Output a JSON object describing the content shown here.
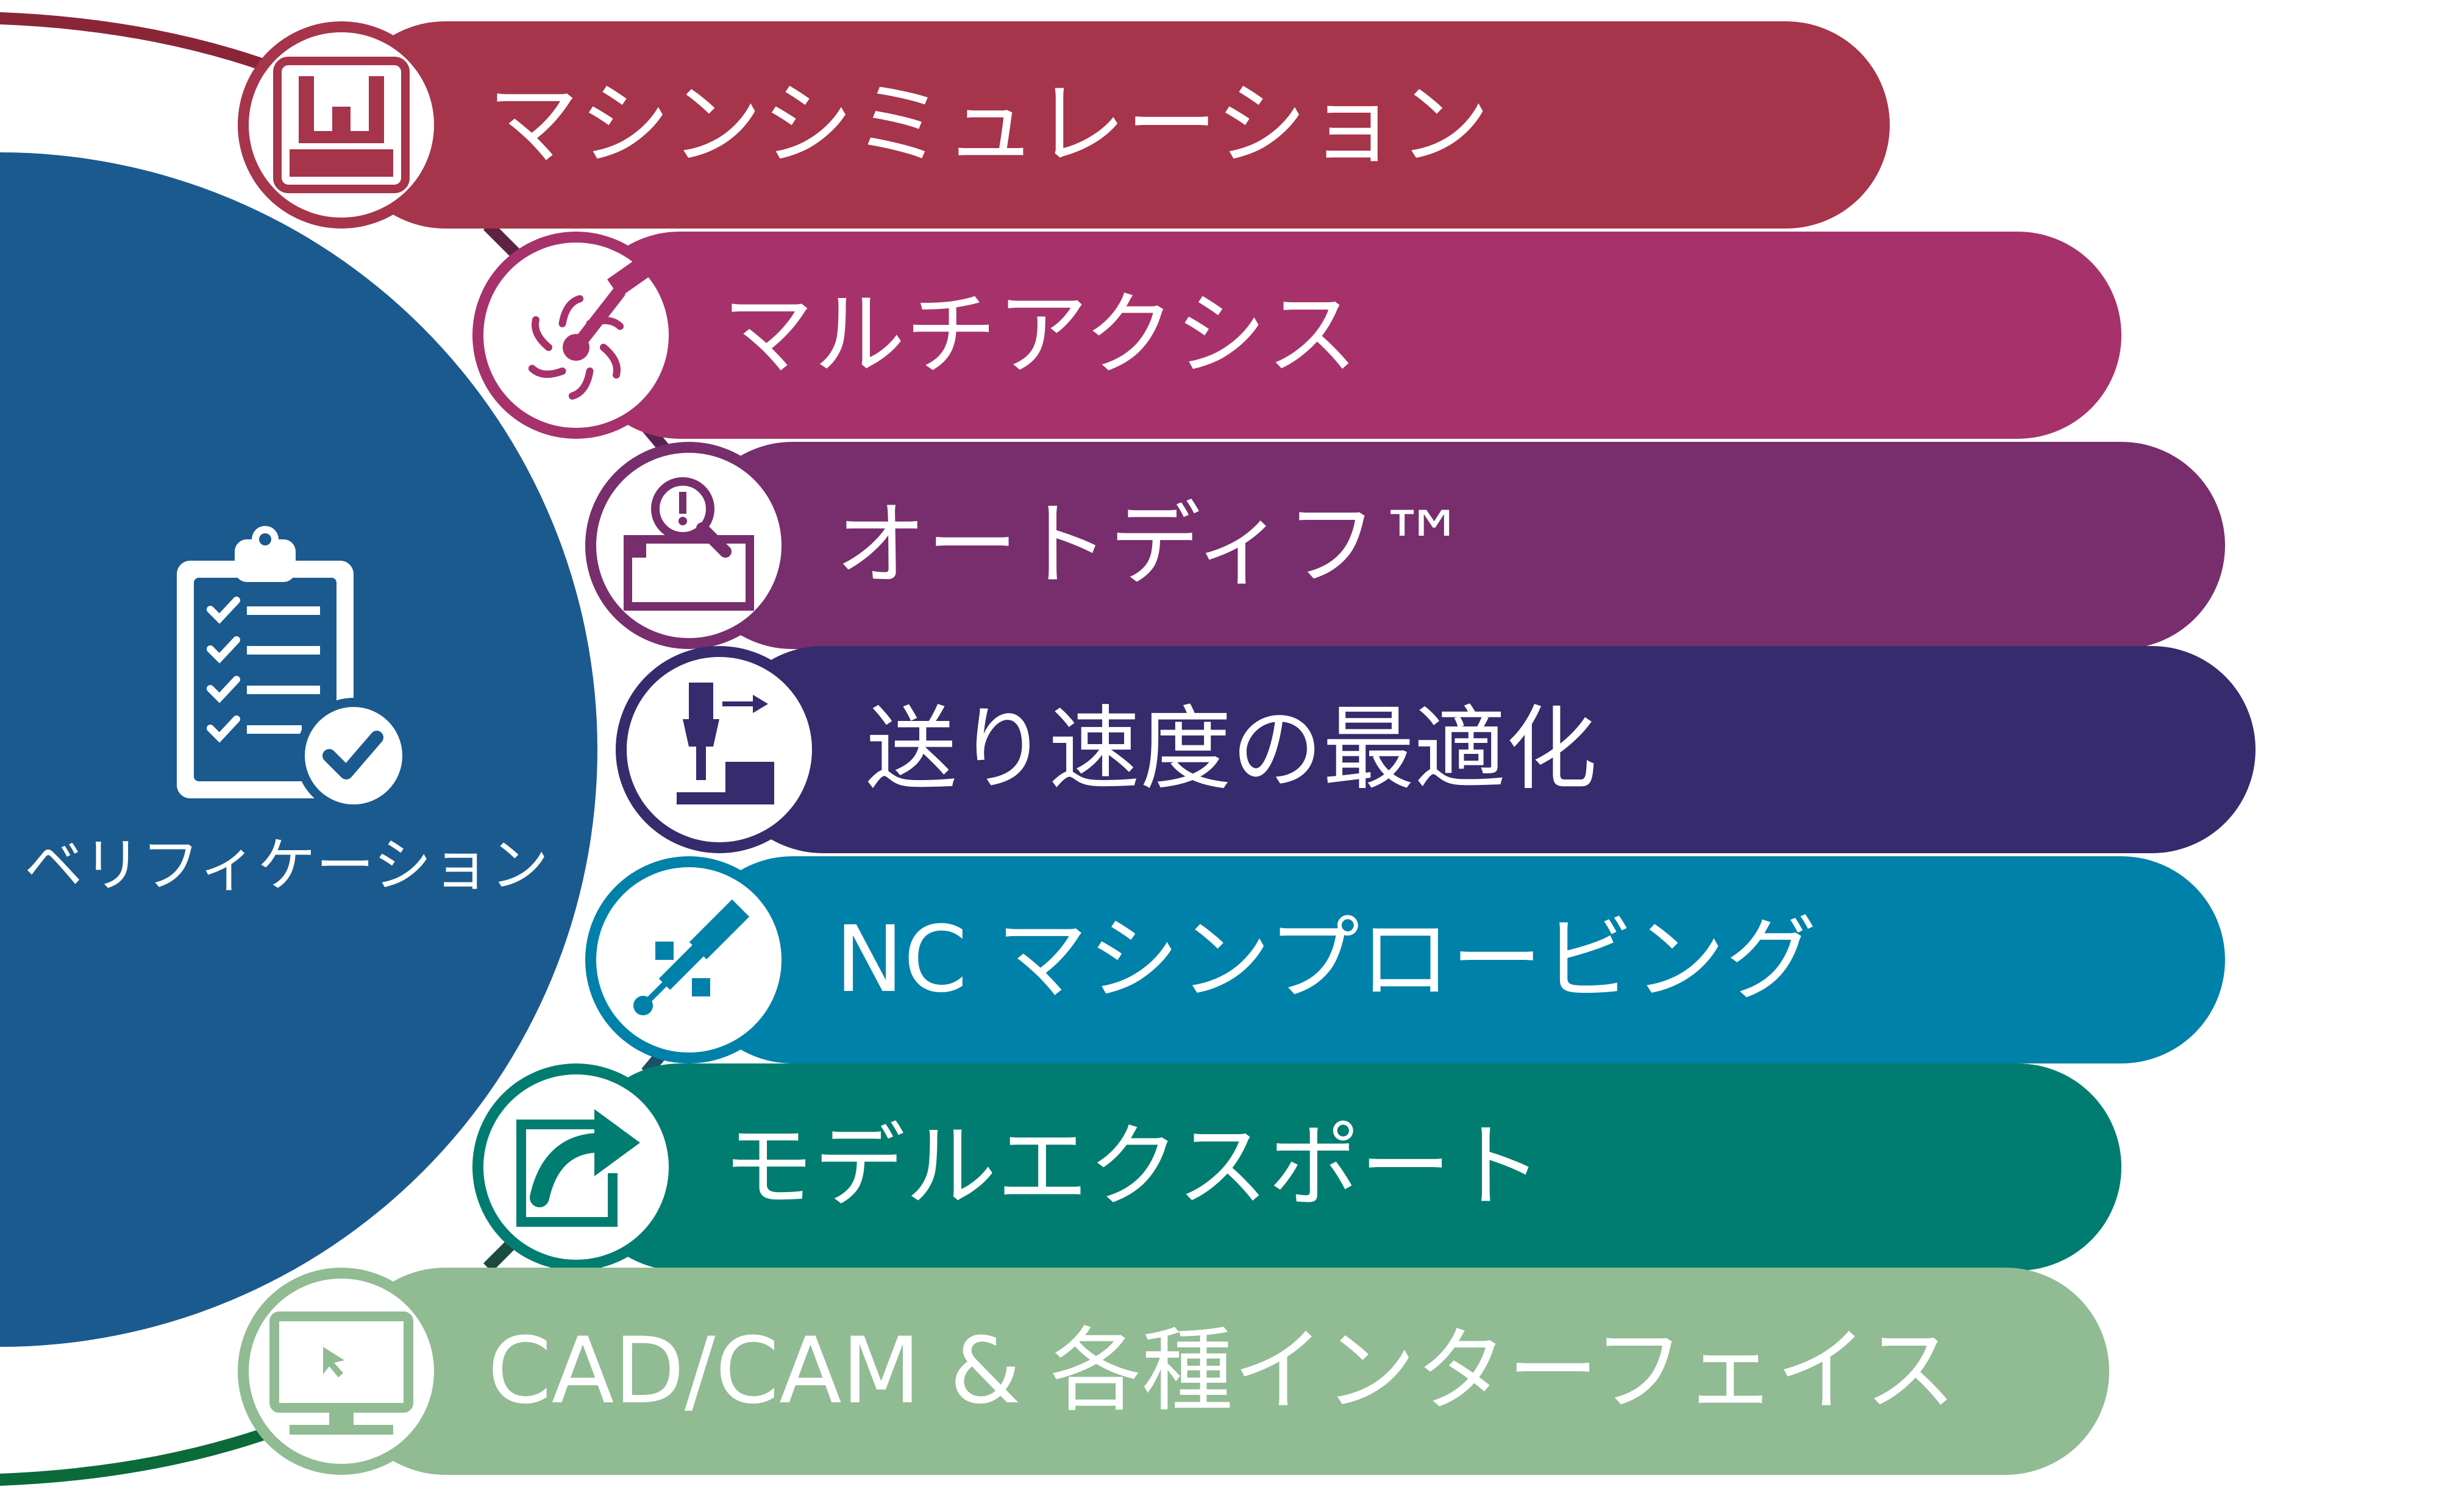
{
  "center": {
    "label": "ベリフィケーション",
    "color": "#1b5a8e",
    "icon": "clipboard-check-icon"
  },
  "features": [
    {
      "label": "マシンシミュレーション",
      "color": "#a6344b",
      "icon": "machine-icon"
    },
    {
      "label": "マルチアクシス",
      "color": "#a7326b",
      "icon": "multi-axis-icon"
    },
    {
      "label": "オートディフ™",
      "color": "#782d6d",
      "icon": "magnifier-alert-icon"
    },
    {
      "label": "送り速度の最適化",
      "color": "#352b6d",
      "icon": "spindle-icon"
    },
    {
      "label": "NC マシンプロービング",
      "color": "#0081a9",
      "icon": "probe-icon"
    },
    {
      "label": "モデルエクスポート",
      "color": "#007d70",
      "icon": "export-arrow-icon"
    },
    {
      "label": "CAD/CAM & 各種インターフェイス",
      "color": "#90bb93",
      "icon": "monitor-icon"
    }
  ],
  "ring_colors": {
    "top": "#8a2538",
    "bottom": "#0b6a39"
  }
}
